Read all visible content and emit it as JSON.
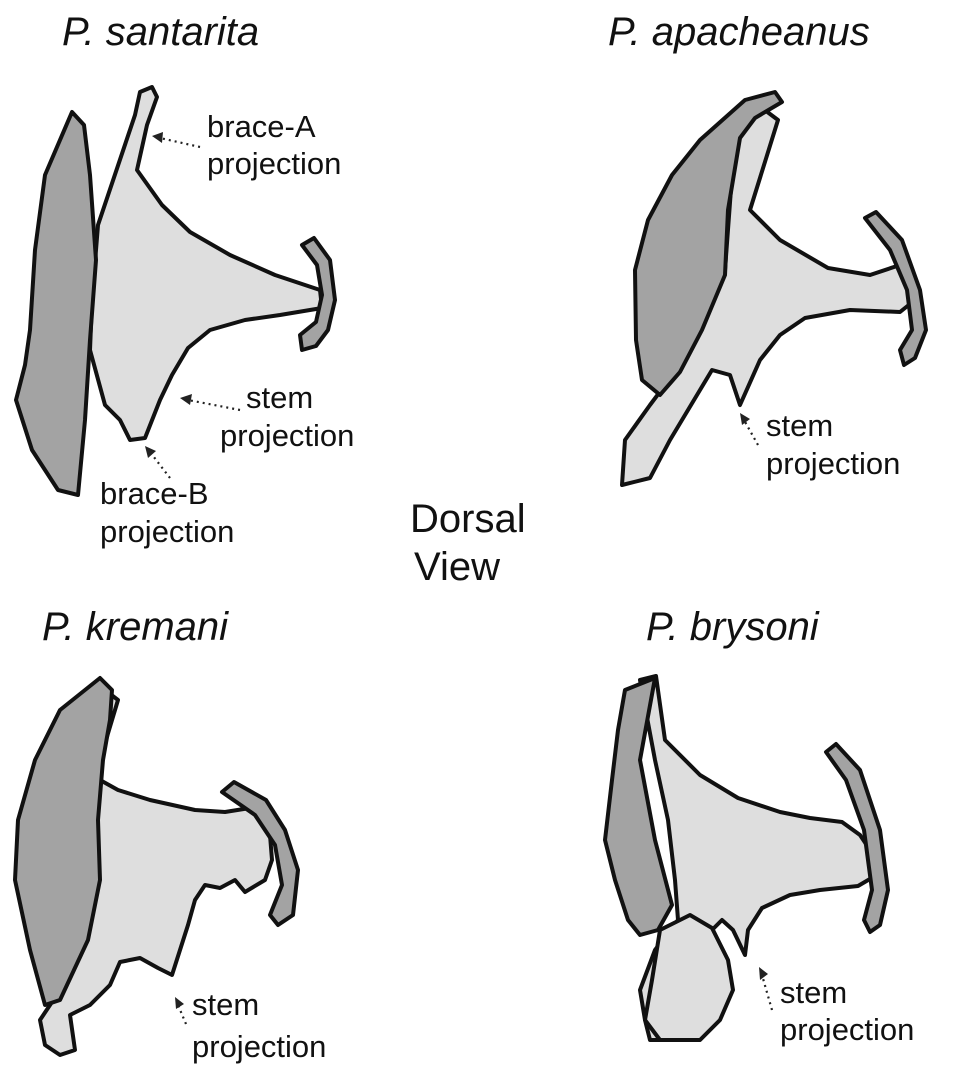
{
  "center_label": {
    "line1": "Dorsal",
    "line2": "View"
  },
  "panels": {
    "santarita": {
      "title": "P. santarita",
      "labels": {
        "brace_a": [
          "brace-A",
          "projection"
        ],
        "stem": [
          "stem",
          "projection"
        ],
        "brace_b": [
          "brace-B",
          "projection"
        ]
      }
    },
    "apacheanus": {
      "title": "P. apacheanus",
      "labels": {
        "stem": [
          "stem",
          "projection"
        ]
      }
    },
    "kremani": {
      "title": "P. kremani",
      "labels": {
        "stem": [
          "stem",
          "projection"
        ]
      }
    },
    "brysoni": {
      "title": "P. brysoni",
      "labels": {
        "stem": [
          "stem",
          "projection"
        ]
      }
    }
  },
  "colors": {
    "dark_fill": "#a3a3a3",
    "light_fill": "#dedede",
    "outline": "#111111"
  }
}
